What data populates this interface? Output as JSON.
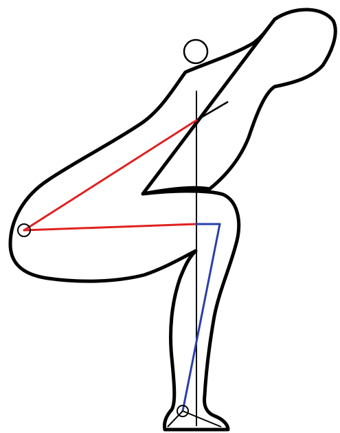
{
  "diagram": {
    "type": "squat biomechanics line drawing",
    "colors": {
      "background": "#ffffff",
      "outline": "#000000",
      "vertical_line": "#000000",
      "torso_lever": "#000000",
      "hip_moment_arm": "#e02020",
      "knee_moment_arm": "#2a3fa8",
      "joint_marker": "#000000"
    },
    "elements": [
      {
        "name": "body-silhouette",
        "kind": "outline"
      },
      {
        "name": "head-marker-circle",
        "kind": "joint-marker"
      },
      {
        "name": "hip-marker-circle",
        "kind": "joint-marker"
      },
      {
        "name": "ankle-marker-circle",
        "kind": "joint-marker"
      },
      {
        "name": "vertical-reference-line",
        "kind": "reference-line"
      },
      {
        "name": "hip-moment-arm-lines",
        "kind": "moment-arm"
      },
      {
        "name": "knee-moment-arm-lines",
        "kind": "moment-arm"
      }
    ]
  }
}
